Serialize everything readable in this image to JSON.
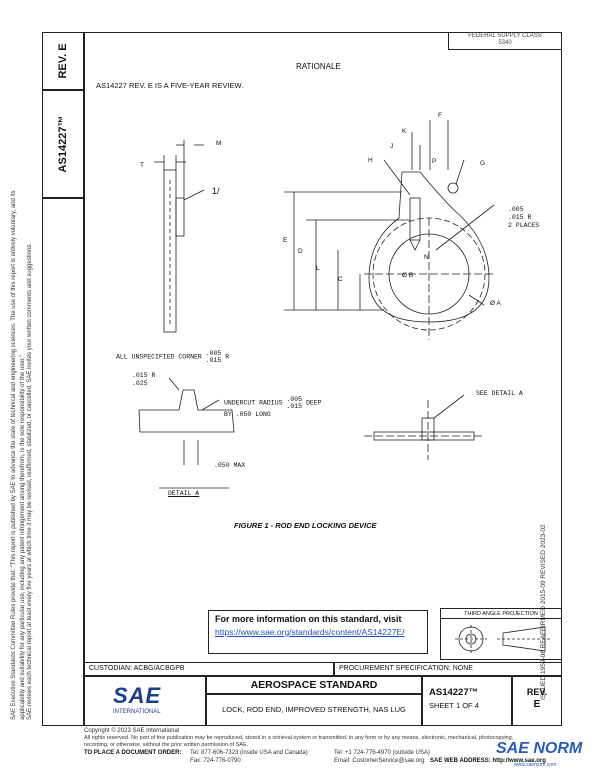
{
  "header": {
    "rev_label": "REV.",
    "rev_value": "E",
    "doc_number": "AS14227™",
    "fed_supply": "FEDERAL SUPPLY CLASS",
    "fed_class": "5340"
  },
  "rationale": {
    "title": "RATIONALE",
    "text": "AS14227 REV. E IS A FIVE-YEAR REVIEW."
  },
  "drawing": {
    "labels": [
      "T",
      "M",
      "1/",
      "K",
      "F",
      "J",
      "H",
      "P",
      "G",
      "E",
      "D",
      "L",
      "C",
      "N",
      "B",
      "A"
    ],
    "radius_note_line1": ".005",
    "radius_note_line2": ".015",
    "radius_note_r": "R",
    "radius_note_places": "2 PLACES",
    "corner_note": "ALL UNSPECIFIED CORNER",
    "corner_val1": ".005",
    "corner_val2": ".015",
    "corner_r": "R",
    "detail_r1": ".015",
    "detail_r2": ".025",
    "detail_r": "R",
    "undercut_line1": "UNDERCUT RADIUS",
    "undercut_val1": ".005",
    "undercut_val2": ".015",
    "undercut_deep": "DEEP",
    "undercut_line2": "BY .050 LONG",
    "max_note": ".050 MAX",
    "detail_title": "DETAIL A",
    "see_detail": "SEE DETAIL A",
    "dia": "Ø",
    "figure_caption": "FIGURE 1 - ROD END LOCKING DEVICE"
  },
  "info": {
    "title": "For more information on this standard, visit",
    "link": "https://www.sae.org/standards/content/AS14227E/"
  },
  "projection": {
    "title": "THIRD ANGLE PROJECTION"
  },
  "side": {
    "note1": "SAE Executive Standards Committee Rules provide that: \"This report is published by SAE to advance the state of technical and engineering sciences. The use of this report is entirely voluntary, and its applicability and suitability for any particular use, including any patent infringement arising therefrom, is the sole responsibility of the user.\"",
    "note2": "SAE reviews each technical report at least every five years at which time it may be revised, reaffirmed, stabilized, or cancelled. SAE invites your written comments and suggestions.",
    "revision_history": "ISSUED 1959-08    REAFFIRMED 2015-09    REVISED 2023-02"
  },
  "title_block": {
    "custodian": "CUSTODIAN: ACBG/ACBGPB",
    "procurement": "PROCUREMENT SPECIFICATION: NONE",
    "logo": "SAE",
    "logo_sub": "INTERNATIONAL",
    "standard_type": "AEROSPACE STANDARD",
    "title": "LOCK, ROD END, IMPROVED STRENGTH, NAS LUG",
    "doc": "AS14227™",
    "sheet": "SHEET 1 OF 4",
    "rev_label": "REV.",
    "rev": "E"
  },
  "footer": {
    "copyright": "Copyright © 2023 SAE International",
    "rights": "All rights reserved. No part of this publication may be reproduced, stored in a retrieval system or transmitted, in any form or by any means, electronic, mechanical, photocopying,",
    "rights2": "recording, or otherwise, without the prior written permission of SAE.",
    "order": "TO PLACE A DOCUMENT ORDER:",
    "tel1": "Tel: 877-606-7323 (inside USA and Canada)",
    "tel2": "Tel: +1 724-776-4970 (outside USA)",
    "fax": "Fax: 724-776-0790",
    "email": "Email: CustomerService@sae.org",
    "web": "SAE WEB ADDRESS: http://www.sae.org",
    "watermark": "SAE NORM",
    "watermark_sub": "www.saenorm.com"
  }
}
